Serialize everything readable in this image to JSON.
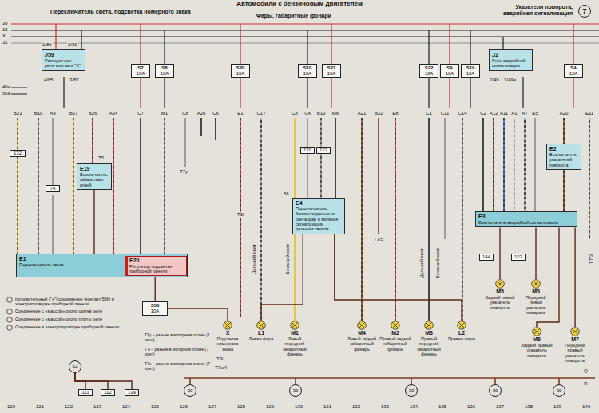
{
  "diagram": {
    "title": "Автомобили с бензиновым двигателем",
    "nodes": [
      {
        "text": [
          "J59",
          "Разгрузочное реле контакта \"X\""
        ]
      },
      {
        "text": [
          "S7",
          "10A"
        ]
      },
      {
        "text": [
          "S8",
          "10A"
        ]
      },
      {
        "text": [
          "S20",
          "10A"
        ]
      },
      {
        "text": [
          "S10",
          "10A"
        ]
      },
      {
        "text": [
          "S21",
          "10A"
        ]
      },
      {
        "text": [
          "S22",
          "10A"
        ]
      },
      {
        "text": [
          "S9",
          "10A"
        ]
      },
      {
        "text": [
          "S19",
          "10A"
        ]
      },
      {
        "text": [
          "J2",
          "Реле аварийной сигнализации"
        ]
      },
      {
        "text": [
          "S4",
          "15A"
        ]
      },
      {
        "text": [
          "132"
        ]
      },
      {
        "text": [
          "E19",
          "Выключатель габаритных огней"
        ]
      },
      {
        "text": [
          "74"
        ]
      },
      {
        "text": [
          "120"
        ]
      },
      {
        "text": [
          "122"
        ]
      },
      {
        "text": [
          "E4",
          "Переключатель ближнего/дальнего света фар и мигания сигнализации дальним светом"
        ]
      },
      {
        "text": [
          "E2",
          "Выключатель указателей поворота"
        ]
      },
      {
        "text": [
          "E3",
          "Выключатель аварийной сигнализации"
        ]
      },
      {
        "text": [
          "144"
        ]
      },
      {
        "text": [
          "127"
        ]
      },
      {
        "text": [
          "E1",
          "Переключатель света"
        ]
      },
      {
        "text": [
          "E20",
          "Регулятор подсветки приборной панели"
        ],
        "in": 21
      },
      {
        "text": [
          "S50",
          "10A"
        ]
      },
      {
        "text": [
          "X",
          "Подсветка номерного знака"
        ]
      },
      {
        "text": [
          "L1",
          "Левая фара"
        ]
      },
      {
        "text": [
          "M1",
          "Левый передний габаритный фонарь"
        ]
      },
      {
        "text": [
          "M4",
          "Левый задний габаритный фонарь"
        ]
      },
      {
        "text": [
          "M2",
          "Правый задний габаритный фонарь"
        ]
      },
      {
        "text": [
          "M3",
          "Правый передний габаритный фонарь"
        ]
      },
      {
        "text": [
          "L2",
          "Правая фара"
        ]
      },
      {
        "text": [
          "M5",
          "Задний левый указатель поворота"
        ]
      },
      {
        "text": [
          "M5",
          "Передний левый указатель поворота"
        ]
      },
      {
        "text": [
          "M6",
          "Задний правый указатель поворота"
        ]
      },
      {
        "text": [
          "M7",
          "Передний правый указатель поворота"
        ]
      },
      {
        "text": [
          "A4"
        ]
      },
      {
        "text": [
          "111"
        ]
      },
      {
        "text": [
          "112"
        ]
      },
      {
        "text": [
          "139"
        ]
      },
      {
        "text": [
          "30"
        ]
      },
      {
        "text": [
          "30"
        ]
      },
      {
        "text": [
          "30"
        ]
      },
      {
        "text": [
          "30"
        ]
      },
      {
        "text": [
          "30"
        ]
      },
      {
        "text": [
          "7"
        ]
      }
    ],
    "edges": [
      {
        "from": 21,
        "to": 23,
        "arrow": "none"
      },
      {
        "from": 23,
        "to": 24,
        "arrow": "none"
      },
      {
        "from": 16,
        "to": 25,
        "arrow": "none"
      },
      {
        "from": 16,
        "to": 30,
        "arrow": "none"
      },
      {
        "from": 18,
        "to": 31,
        "arrow": "none"
      },
      {
        "from": 18,
        "to": 32,
        "arrow": "none"
      },
      {
        "from": 18,
        "to": 33,
        "arrow": "none"
      },
      {
        "from": 18,
        "to": 34,
        "arrow": "none"
      },
      {
        "from": 12,
        "to": 21,
        "arrow": "none"
      },
      {
        "from": 35,
        "to": 36,
        "arrow": "none"
      },
      {
        "from": 35,
        "to": 37,
        "arrow": "none"
      },
      {
        "from": 35,
        "to": 38,
        "arrow": "none"
      }
    ],
    "labels": [
      "Переключатель света, подсветка номерного знака",
      "Фары, габаритные фонари",
      "Указатели поворота, аварийная сигнализация",
      "30",
      "15",
      "X",
      "31",
      "49a",
      "56a",
      "1/86",
      "2/30",
      "4/85",
      "3/87",
      "2/49",
      "1/49a",
      "B23",
      "B10",
      "A9",
      "B27",
      "B26",
      "A24",
      "C7",
      "M1",
      "C8",
      "A26",
      "C6",
      "E1",
      "C17",
      "C8",
      "C4",
      "B13",
      "M6",
      "A21",
      "B22",
      "E8",
      "C1",
      "C11",
      "C14",
      "C2",
      "A12",
      "A11",
      "A1",
      "A7",
      "E5",
      "A20",
      "E11",
      "T5",
      "T7y",
      "T3i",
      "Дальний свет",
      "Ближний свет",
      "Дальний свет",
      "Ближний свет",
      "56",
      "T7/5",
      "T7/3",
      "T3i",
      "T7x/4",
      "T1y – разъем в моторном отсеке (1 конт.)",
      "T7i – разъем в моторном отсеке (7 конт.)",
      "T7x – разъем в моторном отсеке (7 конт.)",
      "Q",
      "R",
      "120",
      "121",
      "122",
      "123",
      "124",
      "125",
      "126",
      "127",
      "128",
      "129",
      "130",
      "131",
      "132",
      "133",
      "134",
      "135",
      "136",
      "137",
      "138",
      "139",
      "140"
    ],
    "legend": [
      {
        "text": "положительный (\"+\") соединение (контакт 58b) в электропроводке приборной панели"
      },
      {
        "text": "Соединение с «массой» около щитка реле"
      },
      {
        "text": "Соединение с «массой» около плиты реле"
      },
      {
        "text": "Соединение в электропроводке приборной панели"
      }
    ]
  }
}
